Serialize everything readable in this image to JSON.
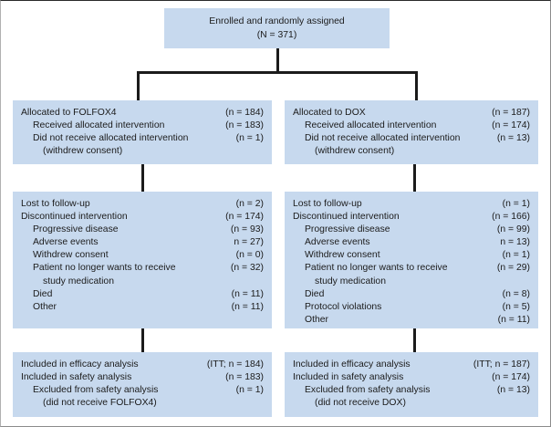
{
  "diagram": {
    "title": "CONSORT participant flow diagram",
    "fill_color": "#c7d9ee",
    "line_color": "#1b1b1b",
    "enrollment": {
      "label": "Enrolled and randomly assigned",
      "count": "(N = 371)"
    },
    "arms": [
      {
        "name": "FOLFOX4",
        "allocation": {
          "rows": [
            {
              "label": "Allocated to FOLFOX4",
              "value": "(n = 184)",
              "indent": 0
            },
            {
              "label": "Received allocated intervention",
              "value": "(n = 183)",
              "indent": 1
            },
            {
              "label": "Did not receive allocated intervention",
              "value": "(n = 1)",
              "indent": 1
            },
            {
              "label": "(withdrew consent)",
              "value": "",
              "indent": 2
            }
          ]
        },
        "followup": {
          "rows": [
            {
              "label": "Lost to follow-up",
              "value": "(n = 2)",
              "indent": 0
            },
            {
              "label": "Discontinued intervention",
              "value": "(n = 174)",
              "indent": 0
            },
            {
              "label": "Progressive disease",
              "value": "(n = 93)",
              "indent": 1
            },
            {
              "label": "Adverse events",
              "value": "n = 27)",
              "indent": 1
            },
            {
              "label": "Withdrew consent",
              "value": "(n = 0)",
              "indent": 1
            },
            {
              "label": "Patient no longer wants to receive",
              "value": "(n = 32)",
              "indent": 1
            },
            {
              "label": "study medication",
              "value": "",
              "indent": 2
            },
            {
              "label": "Died",
              "value": "(n = 11)",
              "indent": 1
            },
            {
              "label": "Other",
              "value": "(n = 11)",
              "indent": 1
            }
          ]
        },
        "analysis": {
          "rows": [
            {
              "label": "Included in efficacy analysis",
              "value": "(ITT; n = 184)",
              "indent": 0
            },
            {
              "label": "Included in safety analysis",
              "value": "(n = 183)",
              "indent": 0
            },
            {
              "label": "Excluded from safety analysis",
              "value": "(n = 1)",
              "indent": 1
            },
            {
              "label": "(did not receive FOLFOX4)",
              "value": "",
              "indent": 2
            }
          ]
        }
      },
      {
        "name": "DOX",
        "allocation": {
          "rows": [
            {
              "label": "Allocated to DOX",
              "value": "(n = 187)",
              "indent": 0
            },
            {
              "label": "Received allocated intervention",
              "value": "(n = 174)",
              "indent": 1
            },
            {
              "label": "Did not receive allocated intervention",
              "value": "(n = 13)",
              "indent": 1
            },
            {
              "label": "(withdrew consent)",
              "value": "",
              "indent": 2
            }
          ]
        },
        "followup": {
          "rows": [
            {
              "label": "Lost to follow-up",
              "value": "(n = 1)",
              "indent": 0
            },
            {
              "label": "Discontinued intervention",
              "value": "(n = 166)",
              "indent": 0
            },
            {
              "label": "Progressive disease",
              "value": "(n = 99)",
              "indent": 1
            },
            {
              "label": "Adverse events",
              "value": "n = 13)",
              "indent": 1
            },
            {
              "label": "Withdrew consent",
              "value": "(n = 1)",
              "indent": 1
            },
            {
              "label": "Patient no longer wants to receive",
              "value": "(n = 29)",
              "indent": 1
            },
            {
              "label": "study medication",
              "value": "",
              "indent": 2
            },
            {
              "label": "Died",
              "value": "(n = 8)",
              "indent": 1
            },
            {
              "label": "Protocol violations",
              "value": "(n = 5)",
              "indent": 1
            },
            {
              "label": "Other",
              "value": "(n = 11)",
              "indent": 1
            }
          ]
        },
        "analysis": {
          "rows": [
            {
              "label": "Included in efficacy analysis",
              "value": "(ITT; n = 187)",
              "indent": 0
            },
            {
              "label": "Included in safety analysis",
              "value": "(n = 174)",
              "indent": 0
            },
            {
              "label": "Excluded from safety analysis",
              "value": "(n = 13)",
              "indent": 1
            },
            {
              "label": "(did not receive DOX)",
              "value": "",
              "indent": 2
            }
          ]
        }
      }
    ]
  },
  "chart_data": {
    "type": "diagram",
    "title": "Enrolled and randomly assigned (N = 371)",
    "nodes": [
      {
        "id": "enrolled",
        "label": "Enrolled and randomly assigned",
        "n": 371
      },
      {
        "id": "alloc-folfox4",
        "label": "Allocated to FOLFOX4",
        "n": 184
      },
      {
        "id": "alloc-dox",
        "label": "Allocated to DOX",
        "n": 187
      },
      {
        "id": "discon-folfox4",
        "label": "Discontinued intervention (FOLFOX4)",
        "n": 174
      },
      {
        "id": "discon-dox",
        "label": "Discontinued intervention (DOX)",
        "n": 166
      },
      {
        "id": "efficacy-folfox4",
        "label": "Included in efficacy analysis (FOLFOX4, ITT)",
        "n": 184
      },
      {
        "id": "efficacy-dox",
        "label": "Included in efficacy analysis (DOX, ITT)",
        "n": 187
      }
    ],
    "edges": [
      {
        "from": "enrolled",
        "to": "alloc-folfox4"
      },
      {
        "from": "enrolled",
        "to": "alloc-dox"
      },
      {
        "from": "alloc-folfox4",
        "to": "discon-folfox4"
      },
      {
        "from": "alloc-dox",
        "to": "discon-dox"
      },
      {
        "from": "discon-folfox4",
        "to": "efficacy-folfox4"
      },
      {
        "from": "discon-dox",
        "to": "efficacy-dox"
      }
    ]
  }
}
